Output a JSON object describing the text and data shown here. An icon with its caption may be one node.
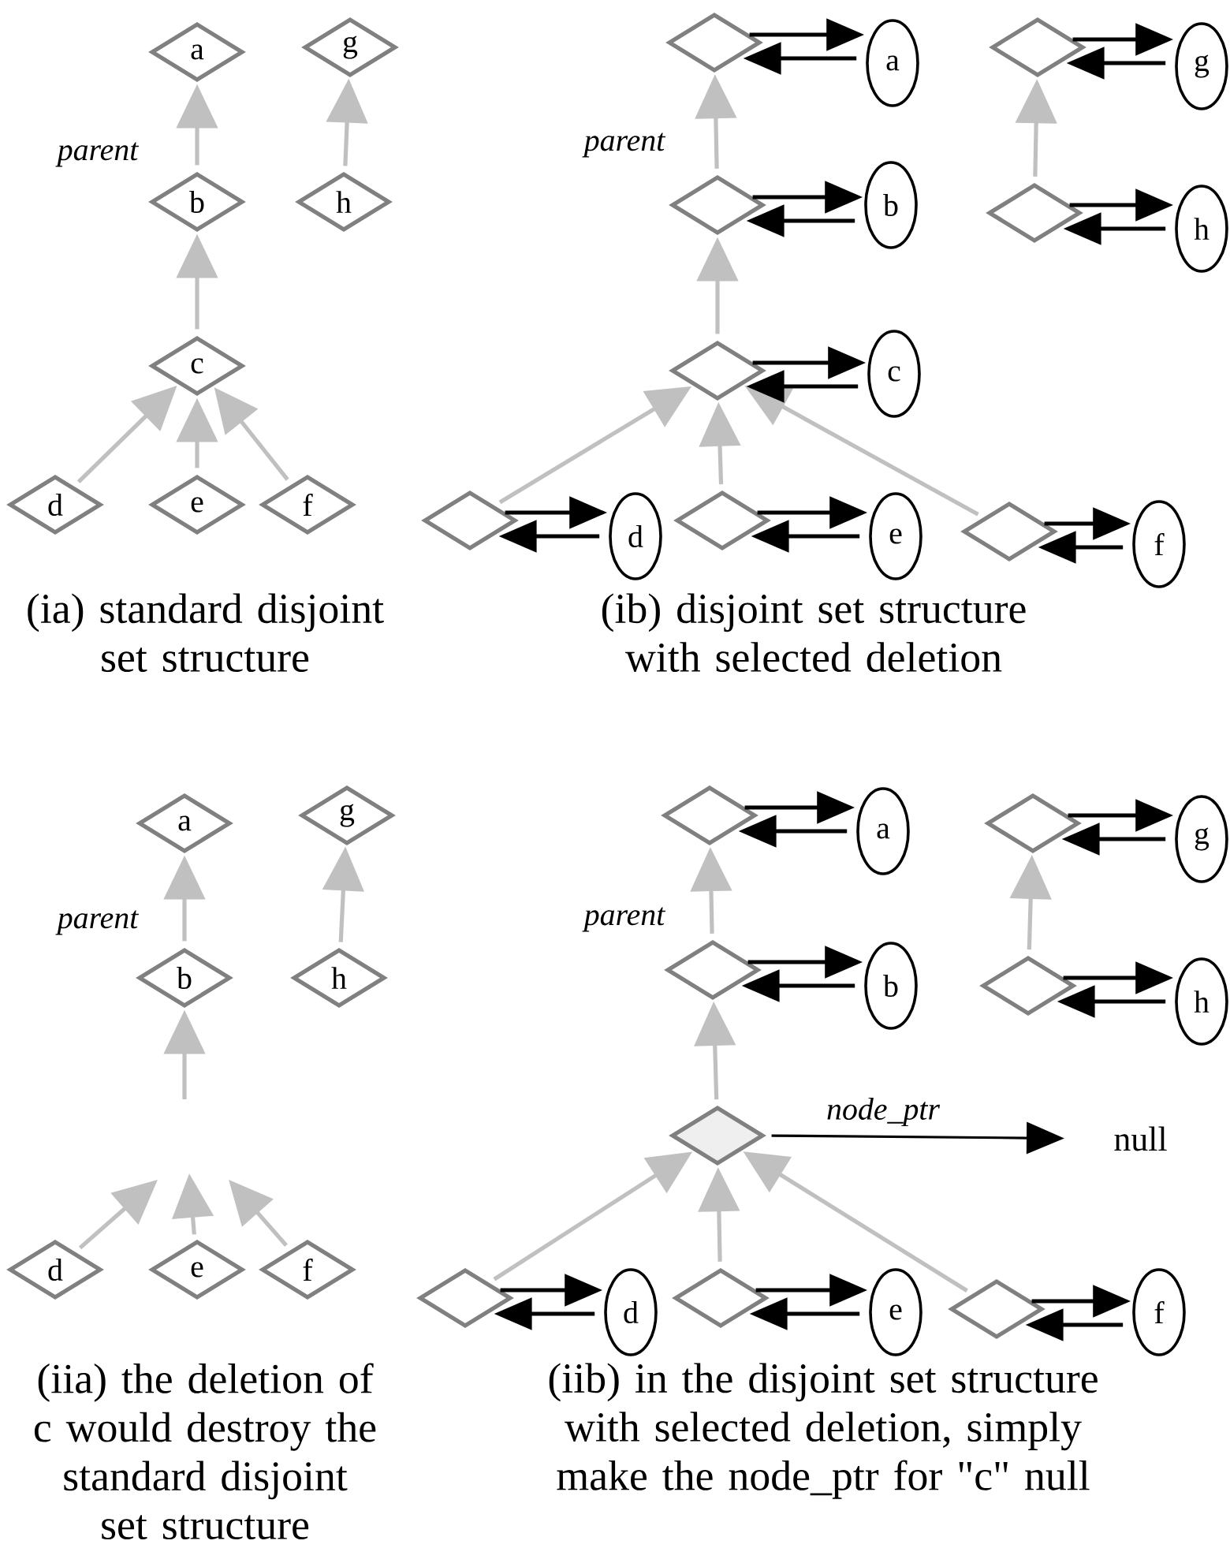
{
  "diagram": {
    "nodes": [
      {
        "text": [
          "a"
        ]
      },
      {
        "text": [
          "g"
        ]
      },
      {
        "text": [
          "b"
        ]
      },
      {
        "text": [
          "h"
        ]
      },
      {
        "text": [
          "c"
        ]
      },
      {
        "text": [
          "d"
        ]
      },
      {
        "text": [
          "e"
        ]
      },
      {
        "text": [
          "f"
        ]
      },
      {
        "text": [],
        "shape": "diamond"
      },
      {
        "text": [
          "a"
        ]
      },
      {
        "text": [],
        "shape": "diamond"
      },
      {
        "text": [
          "g"
        ]
      },
      {
        "text": [],
        "shape": "diamond"
      },
      {
        "text": [
          "b"
        ]
      },
      {
        "text": [],
        "shape": "diamond"
      },
      {
        "text": [
          "h"
        ]
      },
      {
        "text": [],
        "shape": "diamond"
      },
      {
        "text": [
          "c"
        ]
      },
      {
        "text": [],
        "shape": "diamond"
      },
      {
        "text": [
          "d"
        ]
      },
      {
        "text": [],
        "shape": "diamond"
      },
      {
        "text": [
          "e"
        ]
      },
      {
        "text": [],
        "shape": "diamond"
      },
      {
        "text": [
          "f"
        ]
      },
      {
        "text": [
          "a"
        ]
      },
      {
        "text": [
          "g"
        ]
      },
      {
        "text": [
          "b"
        ]
      },
      {
        "text": [
          "h"
        ]
      },
      {
        "text": [
          "d"
        ]
      },
      {
        "text": [
          "e"
        ]
      },
      {
        "text": [
          "f"
        ]
      },
      {
        "text": [],
        "shape": "diamond"
      },
      {
        "text": [
          "a"
        ]
      },
      {
        "text": [],
        "shape": "diamond"
      },
      {
        "text": [
          "g"
        ]
      },
      {
        "text": [],
        "shape": "diamond"
      },
      {
        "text": [
          "b"
        ]
      },
      {
        "text": [],
        "shape": "diamond"
      },
      {
        "text": [
          "h"
        ]
      },
      {
        "text": [],
        "shape": "diamond"
      },
      {
        "text": [
          "null"
        ]
      },
      {
        "text": [],
        "shape": "diamond"
      },
      {
        "text": [
          "d"
        ]
      },
      {
        "text": [],
        "shape": "diamond"
      },
      {
        "text": [
          "e"
        ]
      },
      {
        "text": [],
        "shape": "diamond"
      },
      {
        "text": [
          "f"
        ]
      }
    ],
    "edges": [
      {
        "from": 2,
        "to": 0,
        "arrow": "to",
        "label": "parent",
        "color": "#c0c0c0"
      },
      {
        "from": 3,
        "to": 1,
        "arrow": "to",
        "color": "#c0c0c0"
      },
      {
        "from": 4,
        "to": 2,
        "arrow": "to",
        "color": "#c0c0c0"
      },
      {
        "from": 5,
        "to": 4,
        "arrow": "to",
        "color": "#c0c0c0"
      },
      {
        "from": 6,
        "to": 4,
        "arrow": "to",
        "color": "#c0c0c0"
      },
      {
        "from": 7,
        "to": 4,
        "arrow": "to",
        "color": "#c0c0c0"
      },
      {
        "from": 12,
        "to": 8,
        "arrow": "to",
        "label": "parent",
        "color": "#c0c0c0"
      },
      {
        "from": 14,
        "to": 10,
        "arrow": "to",
        "color": "#c0c0c0"
      },
      {
        "from": 16,
        "to": 12,
        "arrow": "to",
        "color": "#c0c0c0"
      },
      {
        "from": 18,
        "to": 16,
        "arrow": "to",
        "color": "#c0c0c0"
      },
      {
        "from": 20,
        "to": 16,
        "arrow": "to",
        "color": "#c0c0c0"
      },
      {
        "from": 22,
        "to": 16,
        "arrow": "to",
        "color": "#c0c0c0"
      },
      {
        "from": 8,
        "to": 9,
        "arrow": "to"
      },
      {
        "from": 9,
        "to": 8,
        "arrow": "to"
      },
      {
        "from": 10,
        "to": 11,
        "arrow": "to"
      },
      {
        "from": 11,
        "to": 10,
        "arrow": "to"
      },
      {
        "from": 12,
        "to": 13,
        "arrow": "to"
      },
      {
        "from": 13,
        "to": 12,
        "arrow": "to"
      },
      {
        "from": 14,
        "to": 15,
        "arrow": "to"
      },
      {
        "from": 15,
        "to": 14,
        "arrow": "to"
      },
      {
        "from": 16,
        "to": 17,
        "arrow": "to"
      },
      {
        "from": 17,
        "to": 16,
        "arrow": "to"
      },
      {
        "from": 18,
        "to": 19,
        "arrow": "to"
      },
      {
        "from": 19,
        "to": 18,
        "arrow": "to"
      },
      {
        "from": 20,
        "to": 21,
        "arrow": "to"
      },
      {
        "from": 21,
        "to": 20,
        "arrow": "to"
      },
      {
        "from": 22,
        "to": 23,
        "arrow": "to"
      },
      {
        "from": 23,
        "to": 22,
        "arrow": "to"
      },
      {
        "from": 26,
        "to": 24,
        "arrow": "to",
        "label": "parent",
        "color": "#c0c0c0"
      },
      {
        "from": 27,
        "to": 25,
        "arrow": "to",
        "color": "#c0c0c0"
      },
      {
        "from": null,
        "to": 26,
        "arrow": "to",
        "color": "#c0c0c0"
      },
      {
        "from": 28,
        "to": null,
        "arrow": "to",
        "color": "#c0c0c0"
      },
      {
        "from": 29,
        "to": null,
        "arrow": "to",
        "color": "#c0c0c0"
      },
      {
        "from": 30,
        "to": null,
        "arrow": "to",
        "color": "#c0c0c0"
      },
      {
        "from": 35,
        "to": 31,
        "arrow": "to",
        "label": "parent",
        "color": "#c0c0c0"
      },
      {
        "from": 37,
        "to": 33,
        "arrow": "to",
        "color": "#c0c0c0"
      },
      {
        "from": 39,
        "to": 35,
        "arrow": "to",
        "color": "#c0c0c0"
      },
      {
        "from": 41,
        "to": 39,
        "arrow": "to",
        "color": "#c0c0c0"
      },
      {
        "from": 43,
        "to": 39,
        "arrow": "to",
        "color": "#c0c0c0"
      },
      {
        "from": 45,
        "to": 39,
        "arrow": "to",
        "color": "#c0c0c0"
      },
      {
        "from": 31,
        "to": 32,
        "arrow": "to"
      },
      {
        "from": 32,
        "to": 31,
        "arrow": "to"
      },
      {
        "from": 33,
        "to": 34,
        "arrow": "to"
      },
      {
        "from": 34,
        "to": 33,
        "arrow": "to"
      },
      {
        "from": 35,
        "to": 36,
        "arrow": "to"
      },
      {
        "from": 36,
        "to": 35,
        "arrow": "to"
      },
      {
        "from": 37,
        "to": 38,
        "arrow": "to"
      },
      {
        "from": 38,
        "to": 37,
        "arrow": "to"
      },
      {
        "from": 41,
        "to": 42,
        "arrow": "to"
      },
      {
        "from": 42,
        "to": 41,
        "arrow": "to"
      },
      {
        "from": 43,
        "to": 44,
        "arrow": "to"
      },
      {
        "from": 44,
        "to": 43,
        "arrow": "to"
      },
      {
        "from": 45,
        "to": 46,
        "arrow": "to"
      },
      {
        "from": 46,
        "to": 45,
        "arrow": "to"
      },
      {
        "from": 39,
        "to": 40,
        "arrow": "to",
        "label": "node_ptr"
      }
    ],
    "labels": [
      "(ia) standard disjoint set structure",
      "(ib) disjoint set structure with selected deletion",
      "(iia) the deletion of c would destroy the standard disjoint set structure",
      "(iib) in the disjoint set structure with selected deletion, simply make the node_ptr for \"c\" null"
    ]
  }
}
